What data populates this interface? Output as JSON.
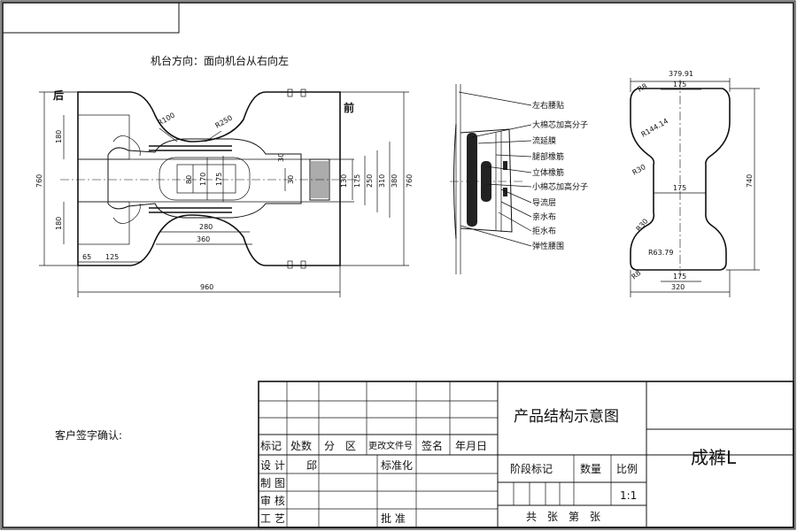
{
  "machine_direction": "机台方向：面向机台从右向左",
  "customer_signature": "客户签字确认:",
  "plan_view": {
    "back_label": "后",
    "front_label": "前",
    "radius_top_left": "R100",
    "radius_top_right": "R250",
    "dims": {
      "overall_length": "960",
      "overall_height_left": "760",
      "overall_height_right": "760",
      "left_ear_upper": "180",
      "left_ear_lower": "180",
      "bottom_65": "65",
      "bottom_125": "125",
      "core_80": "80",
      "core_170": "170",
      "core_175": "175",
      "center_30_a": "30",
      "center_30_b": "30",
      "right_130": "130",
      "right_175": "175",
      "right_250": "250",
      "right_310": "310",
      "right_380": "380",
      "right_760": "760",
      "bottom_280": "280",
      "bottom_360": "360"
    }
  },
  "section_labels": [
    "左右腰贴",
    "大棉芯加高分子",
    "流延膜",
    "腿部橡筋",
    "立体橡筋",
    "小棉芯加高分子",
    "导流层",
    "亲水布",
    "拒水布",
    "弹性腰围"
  ],
  "core_view": {
    "top_width": "379.91",
    "inner_top_175": "175",
    "r8_top": "R8",
    "r144": "R144.14",
    "r30_upper": "R30",
    "mid_175": "175",
    "r30_lower": "R30",
    "r63": "R63.79",
    "r8_bottom": "R8",
    "inner_bottom_175": "175",
    "bottom_width": "320",
    "height": "740"
  },
  "title_block": {
    "drawing_title": "产品结构示意图",
    "product_name": "成裤L",
    "headers": [
      "标记",
      "处数",
      "分　区",
      "更改文件号",
      "签名",
      "年月日"
    ],
    "design_label": "设 计",
    "designer": "邱",
    "standardization_label": "标准化",
    "draw_label": "制 图",
    "review_label": "审 核",
    "process_label": "工 艺",
    "approve_label": "批 准",
    "stage_label": "阶段标记",
    "quantity_label": "数量",
    "scale_label": "比例",
    "scale_value": "1:1",
    "sheets_label": "共　张　第　张"
  }
}
